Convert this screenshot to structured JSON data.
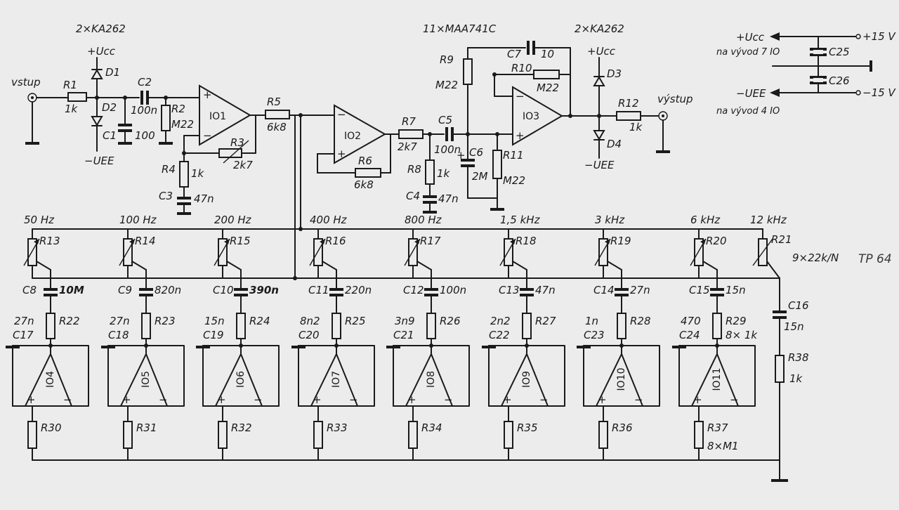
{
  "header": {
    "ic_input_diodes": "2×KA262",
    "ic_opamps": "11×MAA741C",
    "ic_output_diodes": "2×KA262",
    "pot_note": "9×22k/N",
    "stamp": "TP 64"
  },
  "io": {
    "input": "vstup",
    "output": "výstup"
  },
  "power": {
    "vcc": "+Ucc",
    "vee": "−UEE",
    "vcc_pins": "na vývod 7 IO",
    "vee_pins": "na vývod 4 IO",
    "plus": "+15 V",
    "minus": "−15 V",
    "c25": "C25",
    "c26": "C26"
  },
  "front": {
    "R1": "R1",
    "R1v": "1k",
    "D1": "D1",
    "D2": "D2",
    "C1": "C1",
    "C1v": "100",
    "C2": "C2",
    "C2v": "100n",
    "R2": "R2",
    "R2v": "M22",
    "IO1": "IO1",
    "R3": "R3",
    "R3v": "2k7",
    "R4": "R4",
    "R4v": "1k",
    "C3": "C3",
    "C3v": "47n",
    "R5": "R5",
    "R5v": "6k8",
    "IO2": "IO2",
    "R6": "R6",
    "R6v": "6k8",
    "R7": "R7",
    "R7v": "2k7",
    "R8": "R8",
    "R8v": "1k",
    "C4": "C4",
    "C4v": "47n",
    "C5": "C5",
    "C5v": "100n",
    "C6": "C6",
    "C6v": "2M",
    "R9": "R9",
    "R9v": "M22",
    "C7": "C7",
    "C7v": "10",
    "R10": "R10",
    "R10v": "M22",
    "R11": "R11",
    "R11v": "M22",
    "IO3": "IO3",
    "D3": "D3",
    "D4": "D4",
    "R12": "R12",
    "R12v": "1k"
  },
  "bands": [
    {
      "freq": "50 Hz",
      "pot": "R13",
      "cs": "C8",
      "csv": "10M",
      "rs": "R22",
      "cp": "C17",
      "cpv": "27n",
      "io": "IO4",
      "rb": "R30"
    },
    {
      "freq": "100 Hz",
      "pot": "R14",
      "cs": "C9",
      "csv": "820n",
      "rs": "R23",
      "cp": "C18",
      "cpv": "27n",
      "io": "IO5",
      "rb": "R31"
    },
    {
      "freq": "200 Hz",
      "pot": "R15",
      "cs": "C10",
      "csv": "390n",
      "rs": "R24",
      "cp": "C19",
      "cpv": "15n",
      "io": "IO6",
      "rb": "R32"
    },
    {
      "freq": "400 Hz",
      "pot": "R16",
      "cs": "C11",
      "csv": "220n",
      "rs": "R25",
      "cp": "C20",
      "cpv": "8n2",
      "io": "IO7",
      "rb": "R33"
    },
    {
      "freq": "800 Hz",
      "pot": "R17",
      "cs": "C12",
      "csv": "100n",
      "rs": "R26",
      "cp": "C21",
      "cpv": "3n9",
      "io": "IO8",
      "rb": "R34"
    },
    {
      "freq": "1,5 kHz",
      "pot": "R18",
      "cs": "C13",
      "csv": "47n",
      "rs": "R27",
      "cp": "C22",
      "cpv": "2n2",
      "io": "IO9",
      "rb": "R35"
    },
    {
      "freq": "3 kHz",
      "pot": "R19",
      "cs": "C14",
      "csv": "27n",
      "rs": "R28",
      "cp": "C23",
      "cpv": "1n",
      "io": "IO10",
      "rb": "R36"
    },
    {
      "freq": "6 kHz",
      "pot": "R20",
      "cs": "C15",
      "csv": "15n",
      "rs": "R29",
      "cp": "C24",
      "cpv": "470",
      "io": "IO11",
      "rb": "R37"
    }
  ],
  "band_extra": {
    "rs_note": "8× 1k",
    "rb_note": "8×M1"
  },
  "last": {
    "freq": "12 kHz",
    "pot": "R21",
    "c": "C16",
    "cv": "15n",
    "r": "R38",
    "rv": "1k"
  }
}
